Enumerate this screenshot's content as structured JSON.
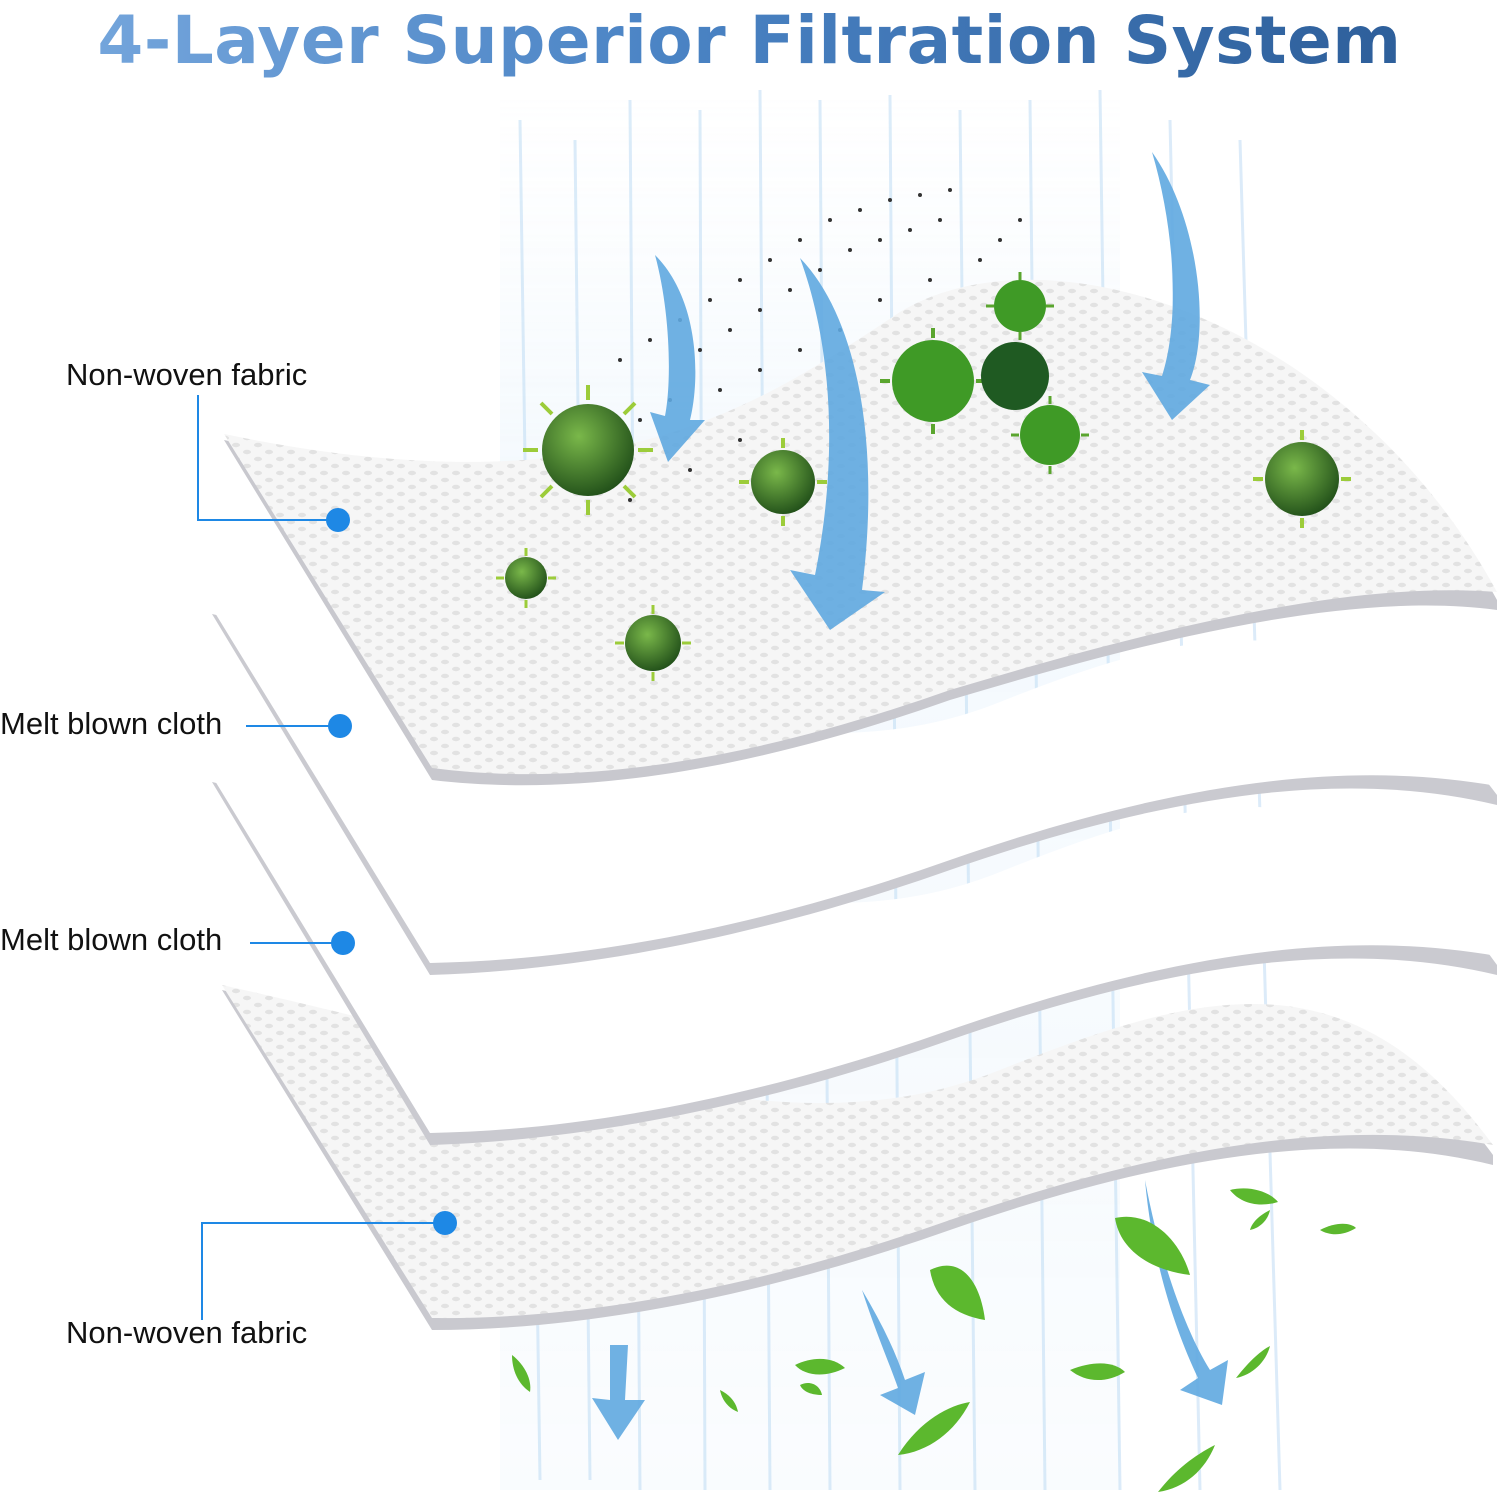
{
  "title": "4-Layer Superior Filtration System",
  "layers": [
    {
      "label": "Non-woven fabric"
    },
    {
      "label": "Melt blown cloth"
    },
    {
      "label": "Melt blown cloth"
    },
    {
      "label": "Non-woven fabric"
    }
  ],
  "colors": {
    "title_start": "#7aaadf",
    "title_end": "#2a5a95",
    "connector": "#1e88e5",
    "arrow": "#5fa8e0",
    "virus": "#3f7f2a",
    "leaf": "#5cb82e"
  }
}
